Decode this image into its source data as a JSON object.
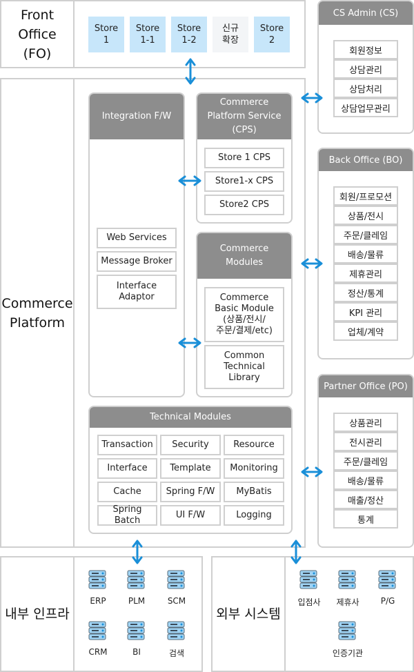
{
  "front_office": {
    "label": "Front\nOffice\n(FO)",
    "stores": [
      "Store\n1",
      "Store\n1-1",
      "Store\n1-2",
      "신규\n확장",
      "Store\n2"
    ],
    "store_highlight": [
      true,
      true,
      true,
      false,
      true
    ]
  },
  "commerce_platform": {
    "label": "Commerce\nPlatform",
    "integration": {
      "title": "Integration F/W",
      "items": [
        "Web Services",
        "Message Broker",
        "Interface\nAdaptor"
      ]
    },
    "cps": {
      "title": "Commerce\nPlatform Service\n(CPS)",
      "items": [
        "Store 1 CPS",
        "Store1-x CPS",
        "Store2 CPS"
      ]
    },
    "modules": {
      "title": "Commerce\nModules",
      "items": [
        "Commerce\nBasic Module\n(상품/전시/\n주문/결제/etc)",
        "Common\nTechnical\nLibrary"
      ]
    },
    "technical": {
      "title": "Technical Modules",
      "items": [
        "Transaction",
        "Security",
        "Resource",
        "Interface",
        "Template",
        "Monitoring",
        "Cache",
        "Spring F/W",
        "MyBatis",
        "Spring Batch",
        "UI F/W",
        "Logging"
      ]
    }
  },
  "cs_admin": {
    "title": "CS Admin (CS)",
    "items": [
      "회원정보",
      "상담관리",
      "상담처리",
      "상담업무관리"
    ]
  },
  "back_office": {
    "title": "Back Office (BO)",
    "items": [
      "회원/프로모션",
      "상품/전시",
      "주문/클레임",
      "배송/물류",
      "제휴관리",
      "정산/통계",
      "KPI 관리",
      "업체/계약"
    ]
  },
  "partner_office": {
    "title": "Partner Office (PO)",
    "items": [
      "상품관리",
      "전시관리",
      "주문/클레임",
      "배송/물류",
      "매출/정산",
      "통계"
    ]
  },
  "internal_infra": {
    "label": "내부 인프라",
    "systems": [
      "ERP",
      "PLM",
      "SCM",
      "CRM",
      "BI",
      "검색"
    ]
  },
  "external_systems": {
    "label": "외부 시스템",
    "systems": [
      "입점사",
      "제휴사",
      "P/G",
      "인증기관"
    ]
  },
  "colors": {
    "arrow": "#1a8fd8",
    "panel_header": "#8d8d8d",
    "store_fill": "#c7e6fa",
    "border": "#cfcfcf"
  },
  "icons": {
    "system": "server-icon",
    "arrow": "bidirectional-arrow-icon"
  }
}
